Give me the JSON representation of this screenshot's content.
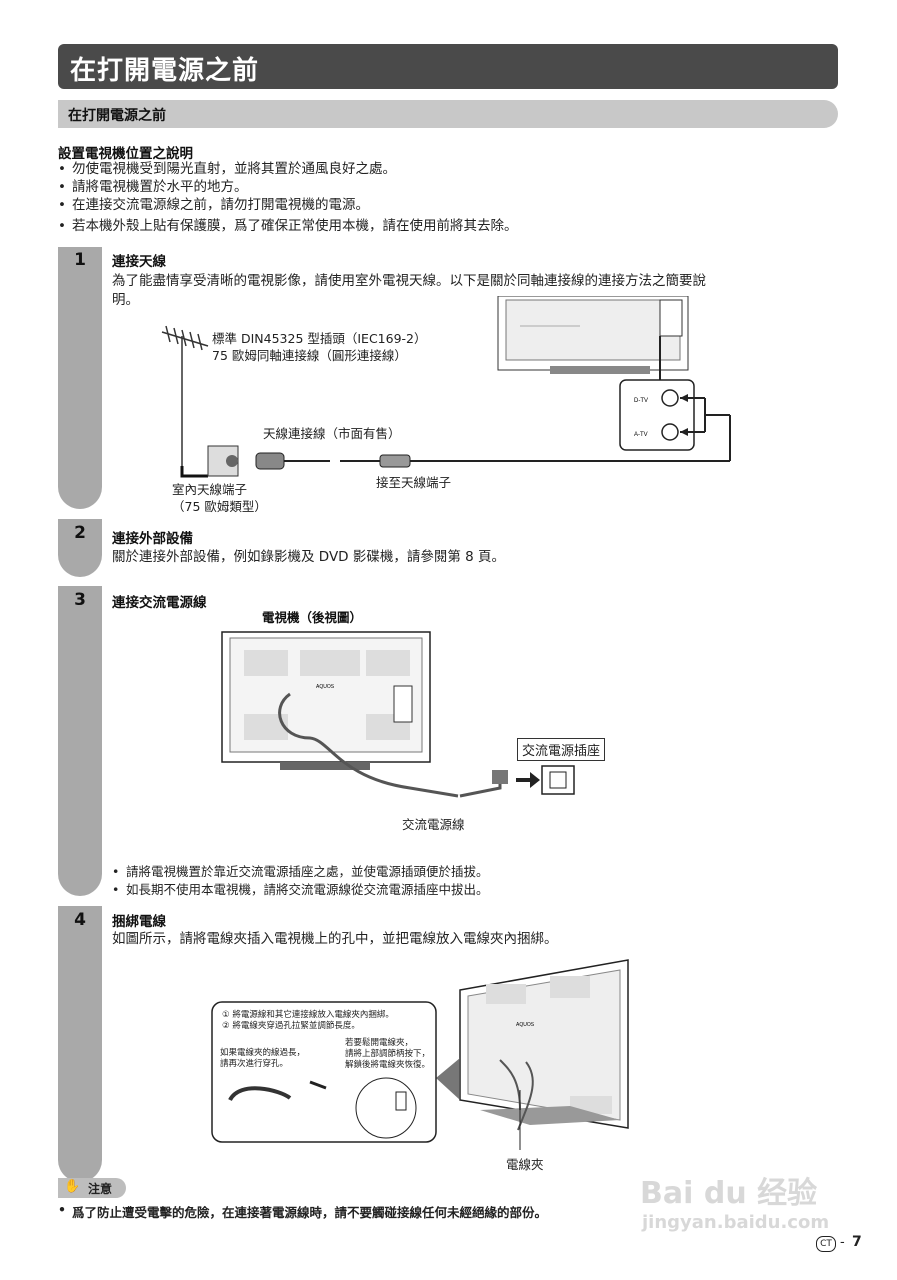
{
  "header": {
    "title": "在打開電源之前",
    "subtitle": "在打開電源之前"
  },
  "placement": {
    "heading": "設置電視機位置之說明",
    "bullets": [
      "勿使電視機受到陽光直射，並將其置於通風良好之處。",
      "請將電視機置於水平的地方。",
      "在連接交流電源線之前，請勿打開電視機的電源。",
      "若本機外殼上貼有保護膜，爲了確保正常使用本機，請在使用前將其去除。"
    ]
  },
  "steps": [
    {
      "num": "1",
      "title": "連接天線",
      "text1": "為了能盡情享受清晰的電視影像，請使用室外電視天線。以下是關於同軸連接線的連接方法之簡要說",
      "text2": "明。"
    },
    {
      "num": "2",
      "title": "連接外部設備",
      "text": "關於連接外部設備，例如錄影機及 DVD 影碟機，請參閱第 8 頁。"
    },
    {
      "num": "3",
      "title": "連接交流電源線",
      "bullets": [
        "請將電視機置於靠近交流電源插座之處，並使電源插頭便於插拔。",
        "如長期不使用本電視機，請將交流電源線從交流電源插座中拔出。"
      ]
    },
    {
      "num": "4",
      "title": "捆綁電線",
      "text": "如圖所示，請將電線夾插入電視機上的孔中，並把電線放入電線夾內捆綁。"
    }
  ],
  "antenna_diagram": {
    "plug_line1": "標準 DIN45325 型插頭（IEC169-2）",
    "plug_line2": "75 歐姆同軸連接線（圓形連接線）",
    "cable_label": "天線連接線（市面有售）",
    "indoor_line1": "室內天線端子",
    "indoor_line2": "（75 歐姆類型）",
    "to_terminal": "接至天線端子",
    "port_dtv": "D-TV",
    "port_atv": "A-TV"
  },
  "power_diagram": {
    "caption": "電視機（後視圖）",
    "outlet_label": "交流電源插座",
    "cord_label": "交流電源線",
    "brand": "AQUOS"
  },
  "clamp_diagram": {
    "note1": "①  將電源線和其它連接線放入電線夾內捆綁。",
    "note2": "②  將電線夾穿過孔拉緊並調節長度。",
    "left1": "如果電線夾的線過長，",
    "left2": "請再次進行穿孔。",
    "right1": "若要鬆開電線夾，",
    "right2": "請將上部調節柄按下，",
    "right3": "解鎖後將電線夾恢復。",
    "clamp_label": "電線夾",
    "brand": "AQUOS"
  },
  "caution": {
    "label": "注意",
    "text": "爲了防止遭受電擊的危險，在連接著電源線時，請不要觸碰接線任何未經絕緣的部份。"
  },
  "footer": {
    "lang": "CT",
    "sep": "-",
    "page": "7"
  },
  "watermark": {
    "brand": "Bai du 经验",
    "url": "jingyan.baidu.com"
  }
}
